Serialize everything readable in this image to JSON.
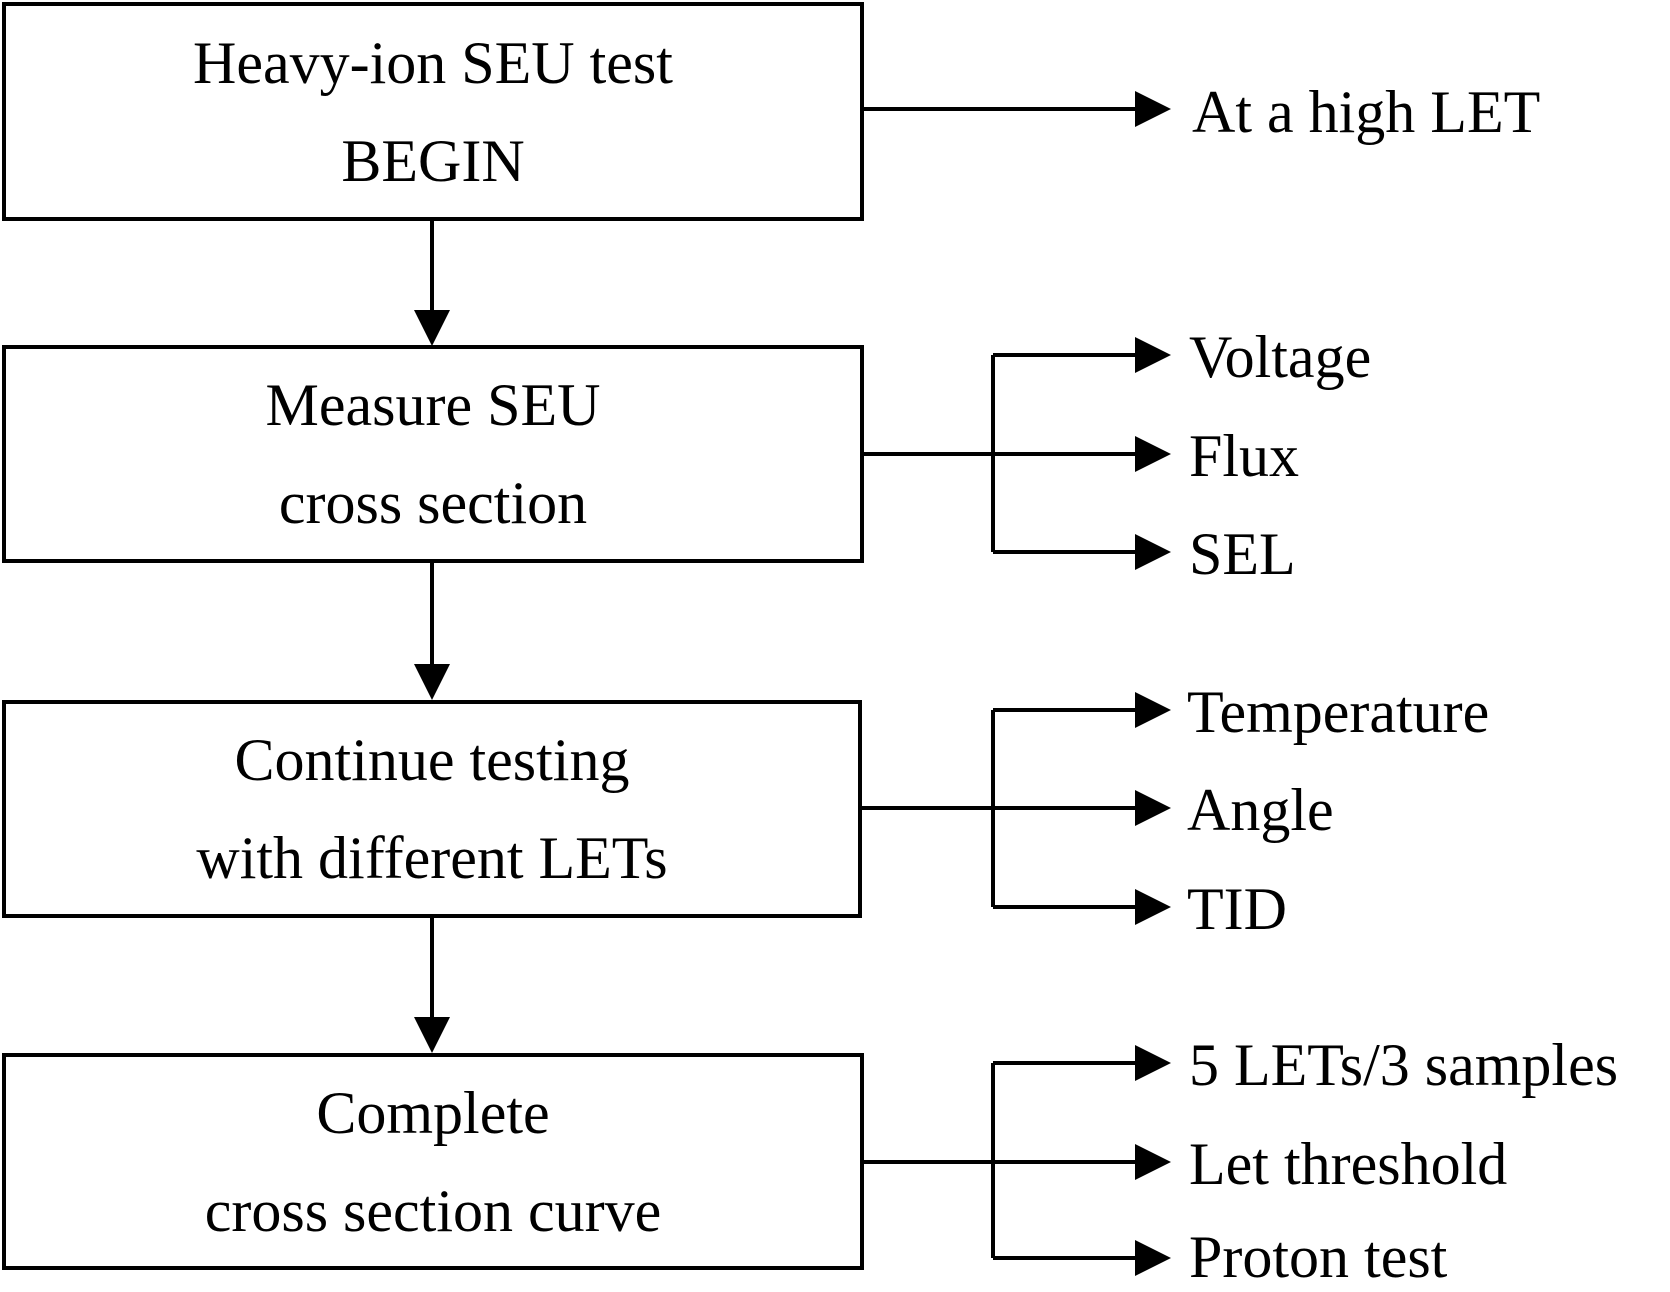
{
  "steps": [
    {
      "line1": "Heavy-ion SEU test",
      "line2": "BEGIN"
    },
    {
      "line1": "Measure SEU",
      "line2": "cross section"
    },
    {
      "line1": "Continue testing",
      "line2": "with different LETs"
    },
    {
      "line1": "Complete",
      "line2": "cross section curve"
    }
  ],
  "outputs": {
    "step1": [
      "At a high LET"
    ],
    "step2": [
      "Voltage",
      "Flux",
      "SEL"
    ],
    "step3": [
      "Temperature",
      "Angle",
      "TID"
    ],
    "step4": [
      "5 LETs/3 samples",
      "Let threshold",
      "Proton test"
    ]
  },
  "colors": {
    "stroke": "#000000",
    "background": "#ffffff"
  }
}
